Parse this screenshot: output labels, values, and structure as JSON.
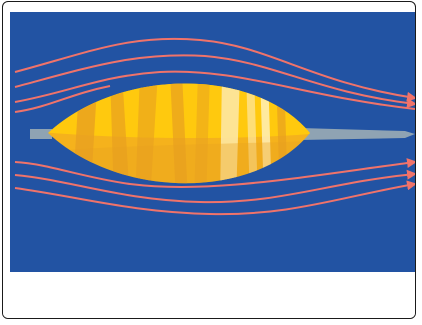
{
  "figure": {
    "colors": {
      "background": "#2253a3",
      "flow_lines": "#f0736a",
      "body_light": "#ffc90e",
      "body_mid": "#f5b21c",
      "body_dark": "#e8a020",
      "body_highlight": "#fde7a3",
      "shaft": "#8fa3b3"
    },
    "icons": [
      "streamline-flow-lines",
      "aerofoil-body",
      "shaft-rod"
    ]
  }
}
